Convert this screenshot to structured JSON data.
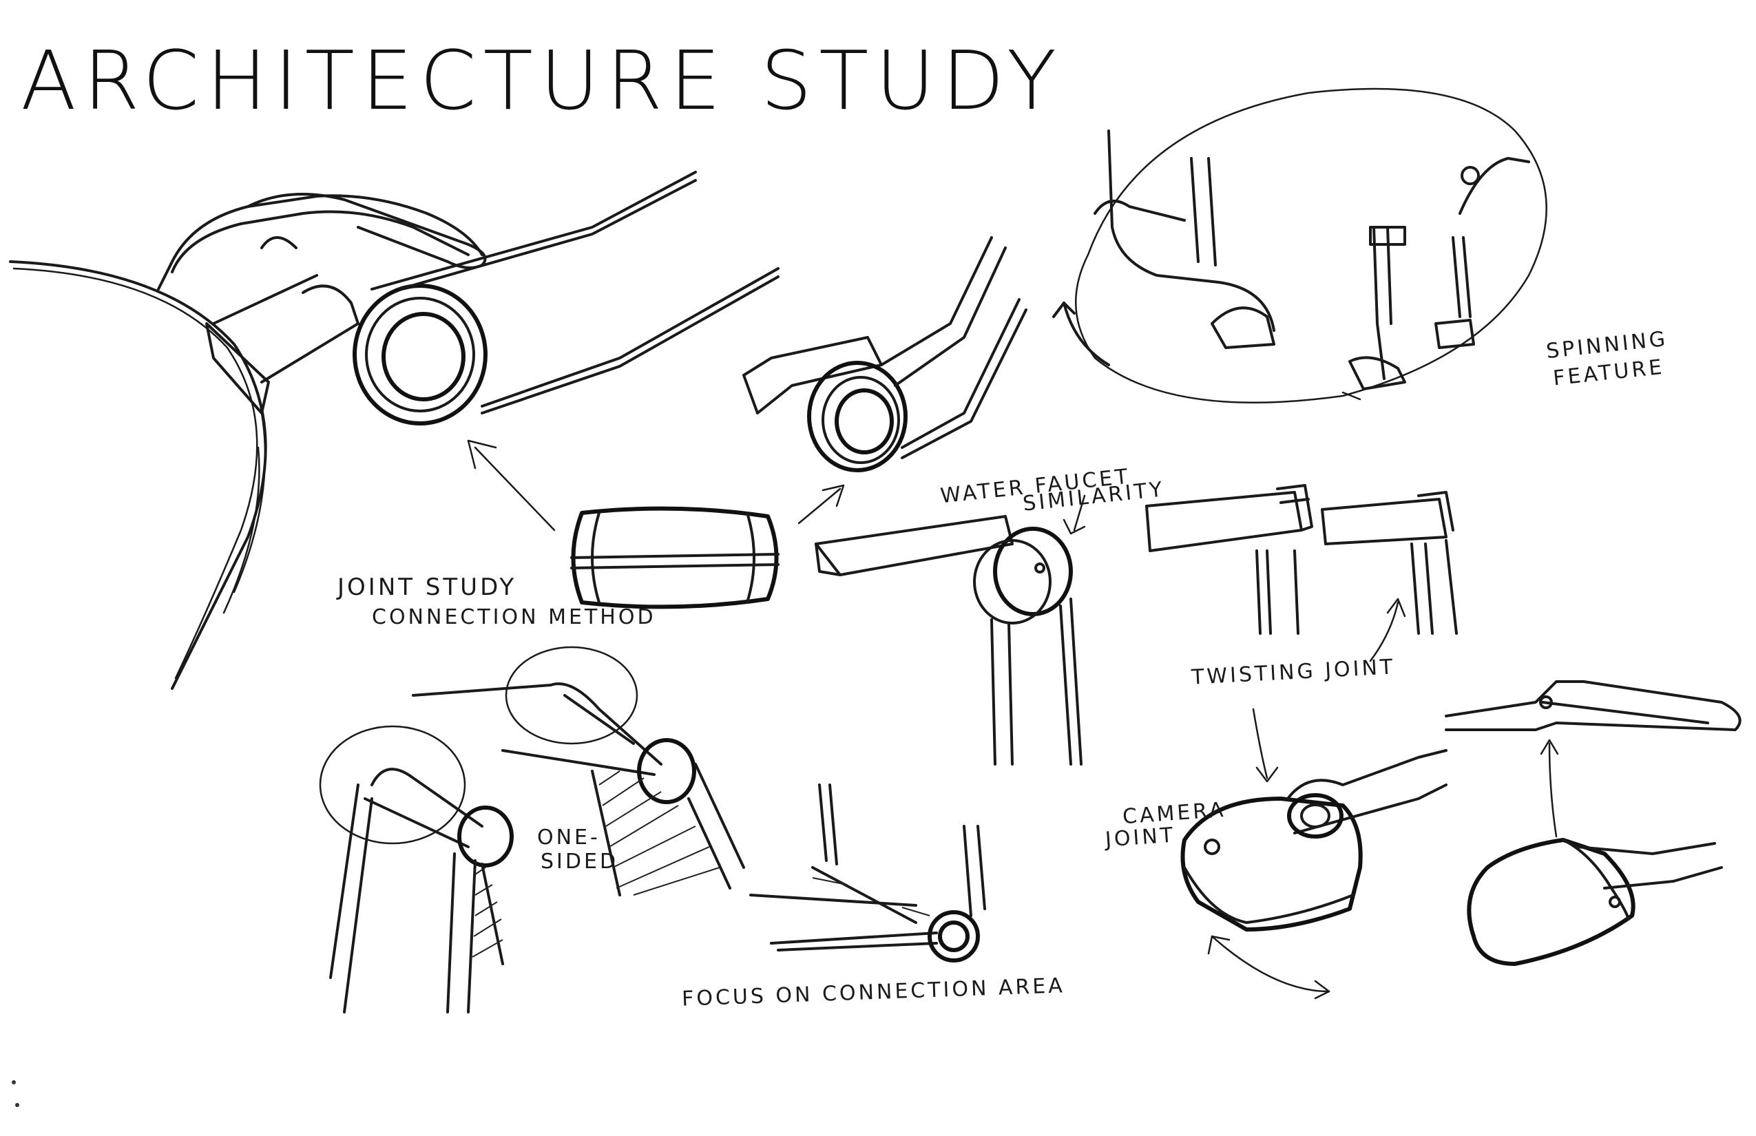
{
  "sheet": {
    "title": "ARCHITECTURE STUDY",
    "ink_color": "#1a1a1a",
    "paper_color": "#ffffff"
  },
  "annotations": {
    "joint_study_line1": "JOINT STUDY",
    "joint_study_line2": "CONNECTION METHOD",
    "water_faucet_line1": "WATER FAUCET",
    "water_faucet_line2": "SIMILARITY",
    "spinning_line1": "SPINNING",
    "spinning_line2": "FEATURE",
    "twisting_joint": "TWISTING JOINT",
    "one_sided_line1": "ONE-",
    "one_sided_line2": "SIDED",
    "camera_joint_line1": "CAMERA",
    "camera_joint_line2": "JOINT",
    "focus_on_connection": "FOCUS ON CONNECTION AREA"
  }
}
